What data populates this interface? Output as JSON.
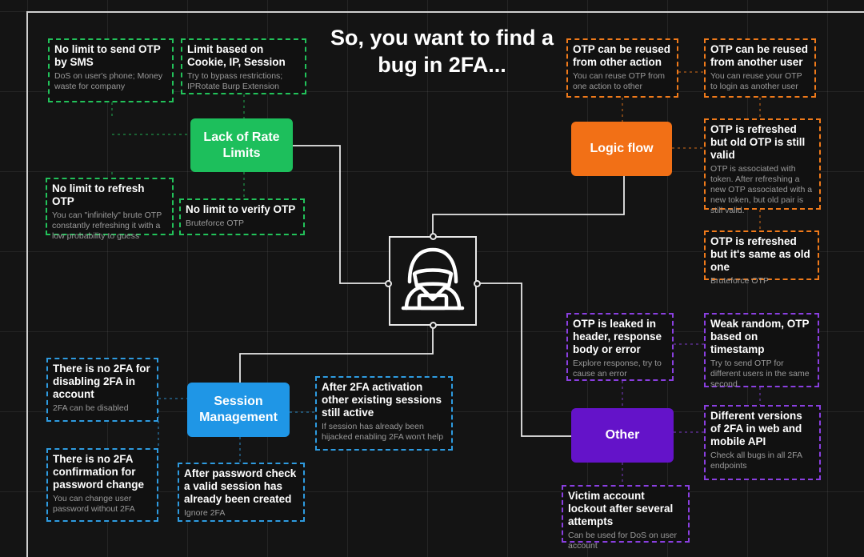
{
  "title": "So, you want to find a bug in 2FA...",
  "colors": {
    "green": "#22c25a",
    "blue": "#2e9be0",
    "orange": "#f07a1a",
    "purple": "#8a3fe0"
  },
  "nodes": {
    "rate_limits": "Lack of Rate Limits",
    "session": "Session Management",
    "logic": "Logic flow",
    "other": "Other"
  },
  "center_icon": "hacker-icon",
  "cards": {
    "g1": {
      "h": "No limit to send OTP by SMS",
      "d": "DoS on user's phone; Money waste for company"
    },
    "g2": {
      "h": "Limit based on Cookie, IP, Session",
      "d": "Try to bypass restrictions; IPRotate Burp Extension"
    },
    "g3": {
      "h": "No limit to refresh OTP",
      "d": "You can \"infinitely\" brute OTP constantly refreshing it with a low probability to guess"
    },
    "g4": {
      "h": "No limit to verify OTP",
      "d": "Bruteforce OTP"
    },
    "b1": {
      "h": "There is no 2FA for disabling 2FA in account",
      "d": "2FA can be disabled"
    },
    "b2": {
      "h": "There is no 2FA confirmation for password change",
      "d": "You can change user password without 2FA"
    },
    "b3": {
      "h": "After password check a valid session has already been created",
      "d": "Ignore 2FA"
    },
    "b4": {
      "h": "After 2FA activation other existing sessions still active",
      "d": "If session has already been hijacked enabling 2FA won't help"
    },
    "o1": {
      "h": "OTP can be reused from other action",
      "d": "You can reuse OTP from one action to other"
    },
    "o2": {
      "h": "OTP can be reused from another user",
      "d": "You can reuse your OTP to login as another user"
    },
    "o3": {
      "h": "OTP is refreshed but old OTP is still valid",
      "d": "OTP is associated with token. After refreshing a new OTP associated with a new token, but old pair is still valid."
    },
    "o4": {
      "h": "OTP is refreshed but it's same as old one",
      "d": "Bruteforce OTP"
    },
    "p1": {
      "h": "OTP is leaked in header, response body or error",
      "d": "Explore response, try to cause an error"
    },
    "p2": {
      "h": "Weak random, OTP based on timestamp",
      "d": "Try to send OTP for different users in the same second"
    },
    "p3": {
      "h": "Different versions of 2FA in web and mobile API",
      "d": "Check all bugs in all 2FA endpoints"
    },
    "p4": {
      "h": "Victim account lockout after several attempts",
      "d": "Can be used for DoS on user account"
    }
  }
}
